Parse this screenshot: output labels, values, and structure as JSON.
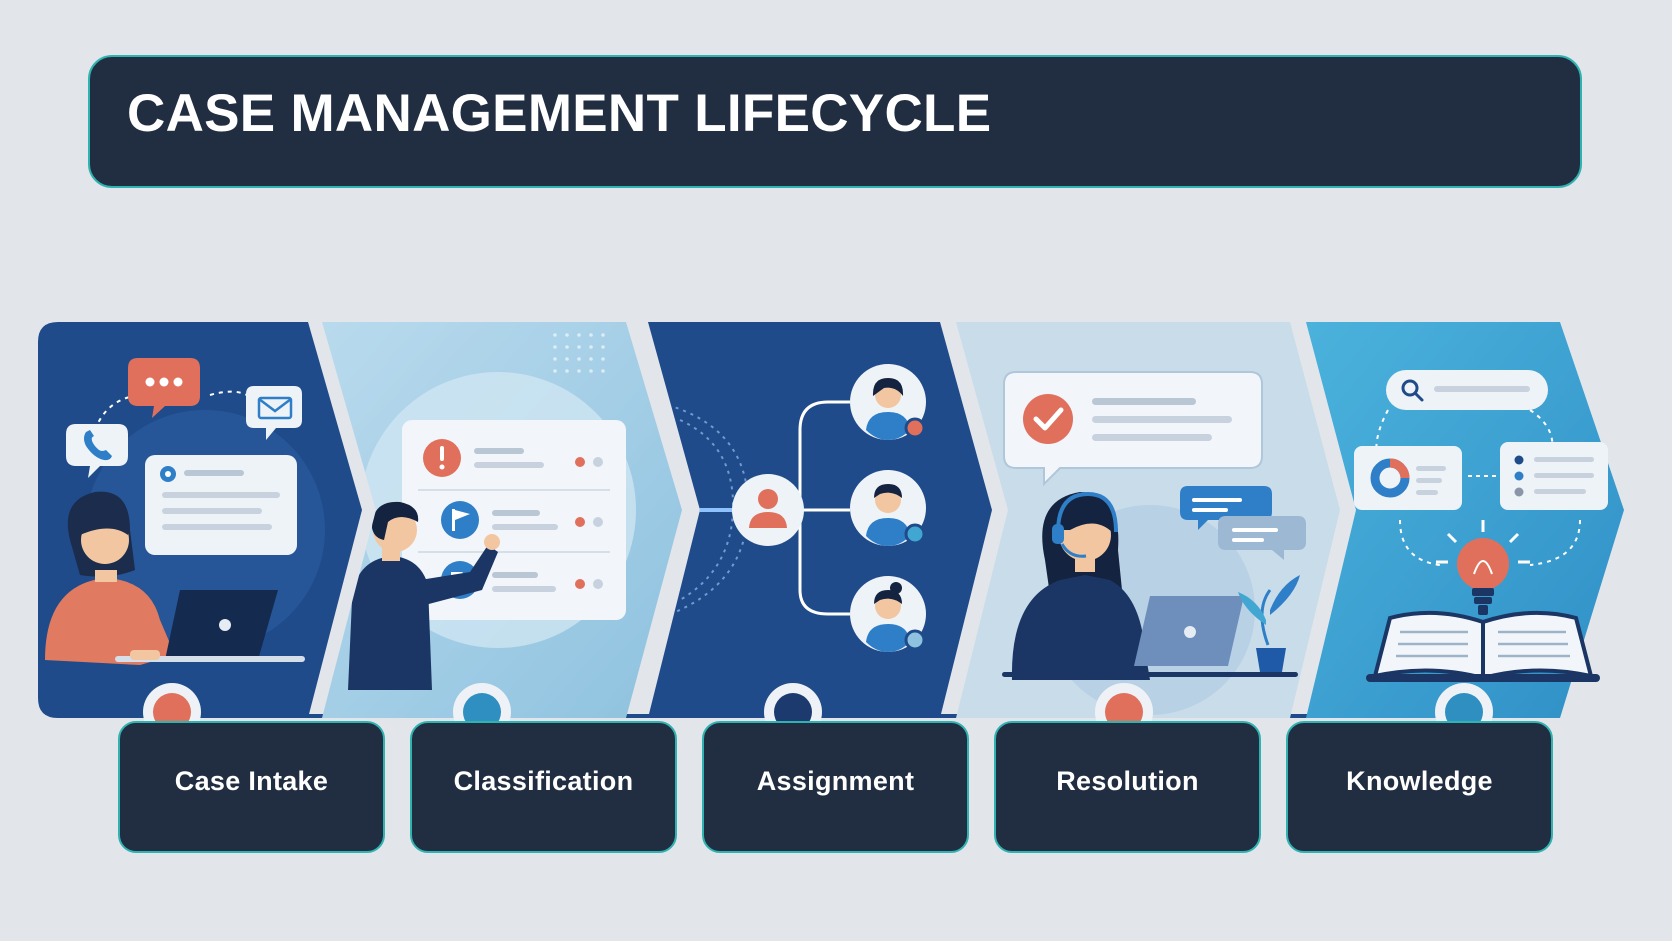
{
  "title": "CASE MANAGEMENT LIFECYCLE",
  "steps": [
    {
      "label": "Case Intake",
      "dot_color": "#e0705c"
    },
    {
      "label": "Classification",
      "dot_color": "#2f8fc0"
    },
    {
      "label": "Assignment",
      "dot_color": "#1d3a6e"
    },
    {
      "label": "Resolution",
      "dot_color": "#e0705c"
    },
    {
      "label": "Knowledge",
      "dot_color": "#2f8fc0"
    }
  ],
  "colors": {
    "navy": "#212d41",
    "accent": "#2fb3b1",
    "coral": "#e0705c",
    "deep_blue": "#1f4b8a",
    "light_blue": "#a8cfe6",
    "pale_blue": "#c9dcea",
    "sky_blue": "#41a7d2"
  },
  "icons": [
    "chat-bubble-icon",
    "phone-icon",
    "envelope-icon",
    "laptop-icon",
    "alert-icon",
    "flag-icon",
    "tag-icon",
    "user-icon",
    "agent-avatar-icon",
    "checkmark-icon",
    "headset-icon",
    "plant-icon",
    "search-icon",
    "pie-chart-icon",
    "lightbulb-icon",
    "open-book-icon"
  ]
}
